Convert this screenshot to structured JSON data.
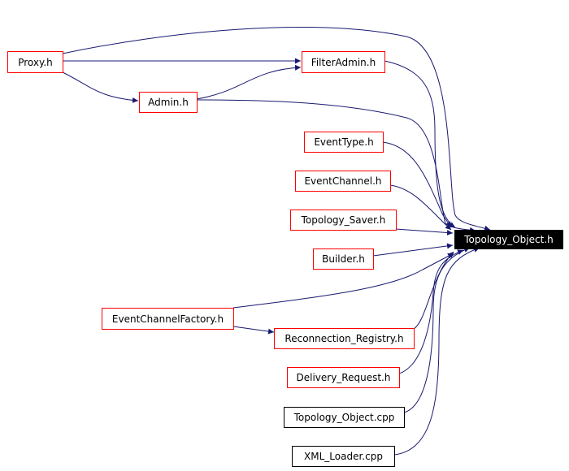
{
  "diagram": {
    "type": "include-dependency-graph",
    "edge_color": "#191970",
    "target": {
      "id": "topology_object_h",
      "label": "Topology_Object.h"
    },
    "nodes": [
      {
        "id": "proxy_h",
        "label": "Proxy.h",
        "border": "#ff0000"
      },
      {
        "id": "filteradmin_h",
        "label": "FilterAdmin.h",
        "border": "#ff0000"
      },
      {
        "id": "admin_h",
        "label": "Admin.h",
        "border": "#ff0000"
      },
      {
        "id": "eventtype_h",
        "label": "EventType.h",
        "border": "#ff0000"
      },
      {
        "id": "eventchannel_h",
        "label": "EventChannel.h",
        "border": "#ff0000"
      },
      {
        "id": "topology_saver_h",
        "label": "Topology_Saver.h",
        "border": "#ff0000"
      },
      {
        "id": "builder_h",
        "label": "Builder.h",
        "border": "#ff0000"
      },
      {
        "id": "eventchannelfactory_h",
        "label": "EventChannelFactory.h",
        "border": "#ff0000"
      },
      {
        "id": "reconnection_registry_h",
        "label": "Reconnection_Registry.h",
        "border": "#ff0000"
      },
      {
        "id": "delivery_request_h",
        "label": "Delivery_Request.h",
        "border": "#ff0000"
      },
      {
        "id": "topology_object_cpp",
        "label": "Topology_Object.cpp",
        "border": "#000000"
      },
      {
        "id": "xml_loader_cpp",
        "label": "XML_Loader.cpp",
        "border": "#000000"
      }
    ],
    "edges": [
      {
        "from": "proxy_h",
        "to": "topology_object_h"
      },
      {
        "from": "proxy_h",
        "to": "filteradmin_h"
      },
      {
        "from": "proxy_h",
        "to": "admin_h"
      },
      {
        "from": "admin_h",
        "to": "filteradmin_h"
      },
      {
        "from": "admin_h",
        "to": "topology_object_h"
      },
      {
        "from": "filteradmin_h",
        "to": "topology_object_h"
      },
      {
        "from": "eventtype_h",
        "to": "topology_object_h"
      },
      {
        "from": "eventchannel_h",
        "to": "topology_object_h"
      },
      {
        "from": "topology_saver_h",
        "to": "topology_object_h"
      },
      {
        "from": "builder_h",
        "to": "topology_object_h"
      },
      {
        "from": "eventchannelfactory_h",
        "to": "topology_object_h"
      },
      {
        "from": "eventchannelfactory_h",
        "to": "reconnection_registry_h"
      },
      {
        "from": "reconnection_registry_h",
        "to": "topology_object_h"
      },
      {
        "from": "delivery_request_h",
        "to": "topology_object_h"
      },
      {
        "from": "topology_object_cpp",
        "to": "topology_object_h"
      },
      {
        "from": "xml_loader_cpp",
        "to": "topology_object_h"
      }
    ]
  }
}
